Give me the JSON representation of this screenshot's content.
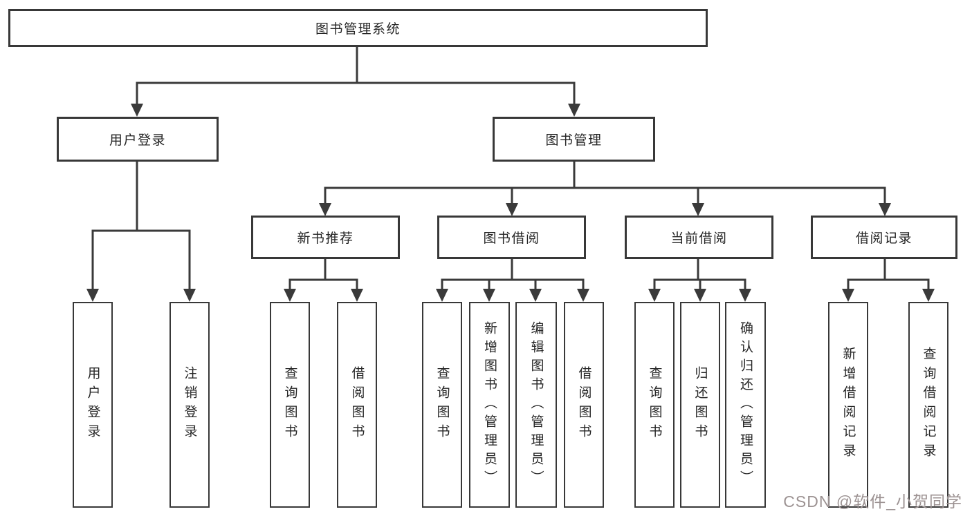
{
  "diagram": {
    "root": "图书管理系统",
    "level2": {
      "user_login": "用户登录",
      "book_management": "图书管理"
    },
    "level3": {
      "new_book_recommend": "新书推荐",
      "book_borrowing": "图书借阅",
      "current_borrowing": "当前借阅",
      "borrowing_records": "借阅记录"
    },
    "leaves": {
      "user_login": [
        "用户登录",
        "注销登录"
      ],
      "new_book_recommend": [
        "查询图书",
        "借阅图书"
      ],
      "book_borrowing": [
        "查询图书",
        "新增图书（管理员）",
        "编辑图书（管理员）",
        "借阅图书"
      ],
      "current_borrowing": [
        "查询图书",
        "归还图书",
        "确认归还（管理员）"
      ],
      "borrowing_records": [
        "新增借阅记录",
        "查询借阅记录"
      ]
    }
  },
  "watermark": "CSDN @软件_小贺同学",
  "colors": {
    "background": "#ffffff",
    "line": "#3a3a3a",
    "border": "#383838",
    "text": "#262626",
    "watermark": "#9c9292"
  }
}
